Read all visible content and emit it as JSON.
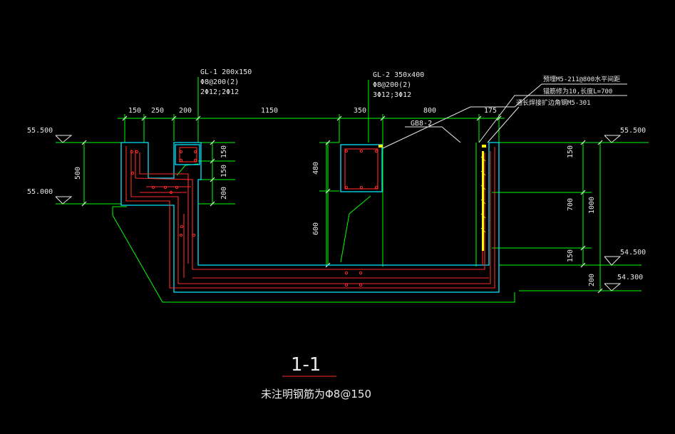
{
  "section_title": "1-1",
  "footnote": "未注明钢筋为Φ8@150",
  "beams": {
    "gl1": {
      "name": "GL-1 200x150",
      "stirrup": "Φ8@200(2)",
      "bars": "2Φ12;2Φ12"
    },
    "gl2": {
      "name": "GL-2 350x400",
      "stirrup": "Φ8@200(2)",
      "bars": "3Φ12;3Φ12"
    }
  },
  "notes": {
    "embed": "预埋M5-211@800水平间距",
    "anchor": "锚筋修为10,长度L=700",
    "weld": "通长焊接扩边角钢M5-301",
    "grating": "GB8-2"
  },
  "top_dims": [
    "150",
    "250",
    "200",
    "1150",
    "350",
    "800",
    "175"
  ],
  "elevations": {
    "left_top": "55.500",
    "left_mid": "55.000",
    "right_top": "55.500",
    "right_mid": "54.500",
    "right_bot": "54.300"
  },
  "vertical_dims": {
    "left_500": "500",
    "gl1_a": "150",
    "gl1_b": "150",
    "gl1_c": "200",
    "mid_480": "480",
    "mid_600": "600",
    "right_150a": "150",
    "right_700": "700",
    "right_150b": "150",
    "right_1000": "1000",
    "right_200": "200"
  },
  "colors": {
    "background": "#000000",
    "concrete": "#00e5ff",
    "rebar": "#ff2a2a",
    "dimension": "#00ff00",
    "outline": "#00ff00",
    "marker": "#ffff00",
    "text": "#e8e8e8"
  }
}
